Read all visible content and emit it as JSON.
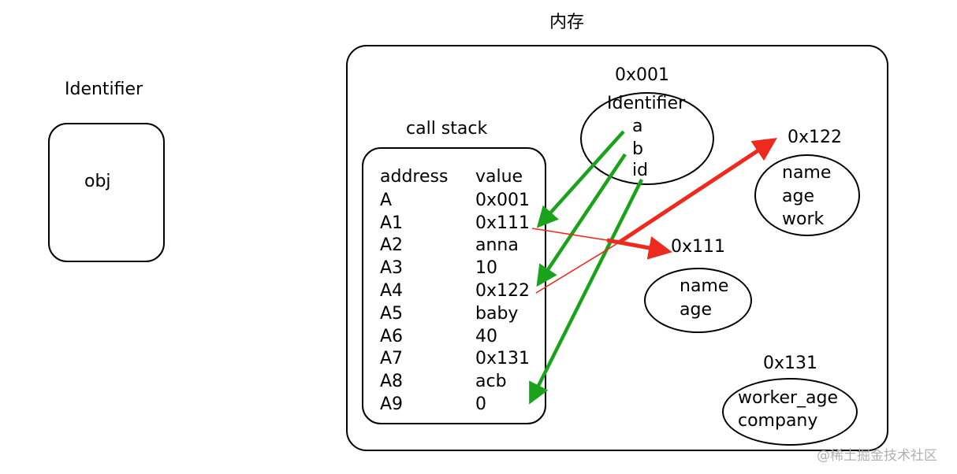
{
  "memory_title": "内存",
  "identifier_panel": {
    "title": "Identifier",
    "content": "obj"
  },
  "call_stack": {
    "title": "call stack",
    "headers": [
      "address",
      "value"
    ],
    "rows": [
      [
        "A",
        "0x001"
      ],
      [
        "A1",
        "0x111"
      ],
      [
        "A2",
        "anna"
      ],
      [
        "A3",
        "10"
      ],
      [
        "A4",
        "0x122"
      ],
      [
        "A5",
        "baby"
      ],
      [
        "A6",
        "40"
      ],
      [
        "A7",
        "0x131"
      ],
      [
        "A8",
        "acb"
      ],
      [
        "A9",
        "0"
      ]
    ]
  },
  "objects": {
    "obj_001": {
      "address": "0x001",
      "fields": [
        "Identifier",
        "a",
        "b",
        "id"
      ]
    },
    "obj_122": {
      "address": "0x122",
      "fields": [
        "name",
        "age",
        "work"
      ]
    },
    "obj_111": {
      "address": "0x111",
      "fields": [
        "name",
        "age"
      ]
    },
    "obj_131": {
      "address": "0x131",
      "fields": [
        "worker_age",
        "company"
      ]
    }
  },
  "colors": {
    "green_arrow": "#1aa31a",
    "red_arrow": "#ee2a1f"
  },
  "watermark": "@稀土掘金技术社区"
}
